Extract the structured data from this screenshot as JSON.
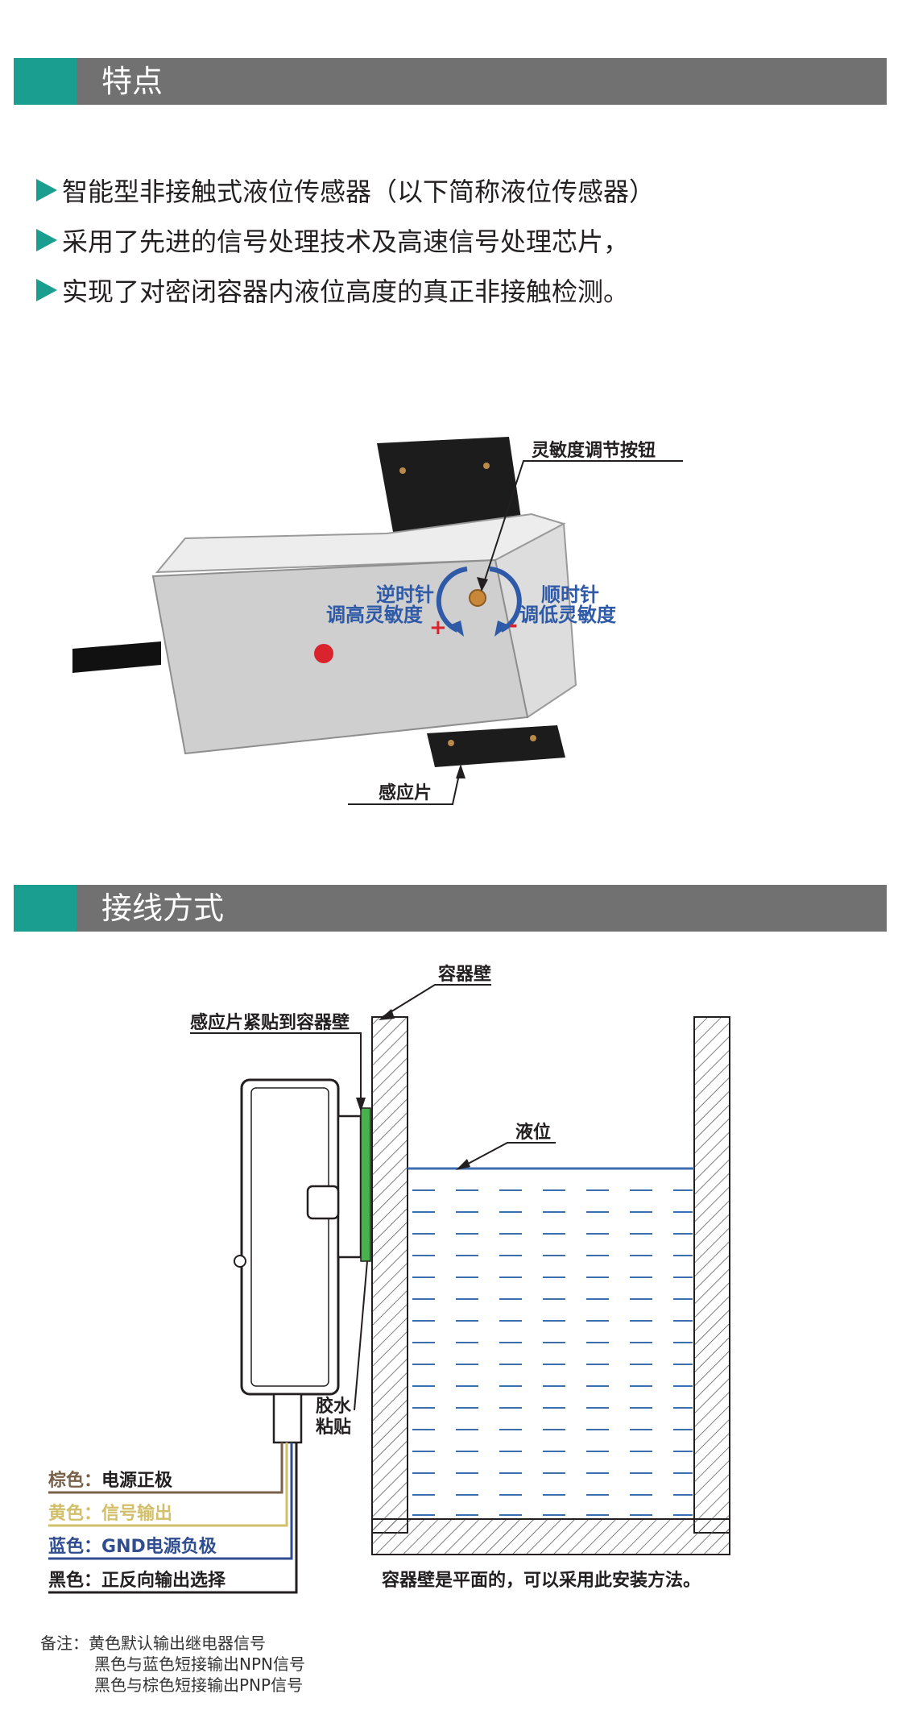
{
  "section_features": {
    "title": "特点",
    "items": [
      "智能型非接触式液位传感器（以下简称液位传感器）",
      "采用了先进的信号处理技术及高速信号处理芯片，",
      "实现了对密闭容器内液位高度的真正非接触检测。"
    ]
  },
  "product_figure": {
    "label_button": "灵敏度调节按钮",
    "label_ccw_line1": "逆时针",
    "label_ccw_line2": "调高灵敏度",
    "label_cw_line1": "顺时针",
    "label_cw_line2": "调低灵敏度",
    "plus_sign": "+",
    "minus_sign": "-",
    "label_sensor_plate": "感应片"
  },
  "section_wiring": {
    "title": "接线方式"
  },
  "wiring_figure": {
    "label_container_wall": "容器壁",
    "label_plate_attach": "感应片紧贴到容器壁",
    "label_liquid_level": "液位",
    "label_glue_line1": "胶水",
    "label_glue_line2": "粘贴",
    "caption": "容器壁是平面的，可以采用此安装方法。",
    "wires": [
      {
        "color_name": "棕色",
        "sep": "：",
        "function": "电源正极",
        "color": "#7a6149"
      },
      {
        "color_name": "黄色",
        "sep": "：",
        "function": "信号输出",
        "color": "#d2bf6a"
      },
      {
        "color_name": "蓝色",
        "sep": "：",
        "function": "GND电源负极",
        "color": "#2f4d8f"
      },
      {
        "color_name": "黑色",
        "sep": "：",
        "function": "正反向输出选择",
        "color": "#231f20"
      }
    ]
  },
  "notes": {
    "prefix": "备注：",
    "lines": [
      "黄色默认输出继电器信号",
      "黑色与蓝色短接输出NPN信号",
      "黑色与棕色短接输出PNP信号"
    ]
  },
  "colors": {
    "accent_teal": "#1a9e8f",
    "header_gray": "#717171",
    "annotation_blue": "#2f5aa8",
    "sign_red": "#d9232d",
    "liquid_blue": "#3d6fb0"
  }
}
